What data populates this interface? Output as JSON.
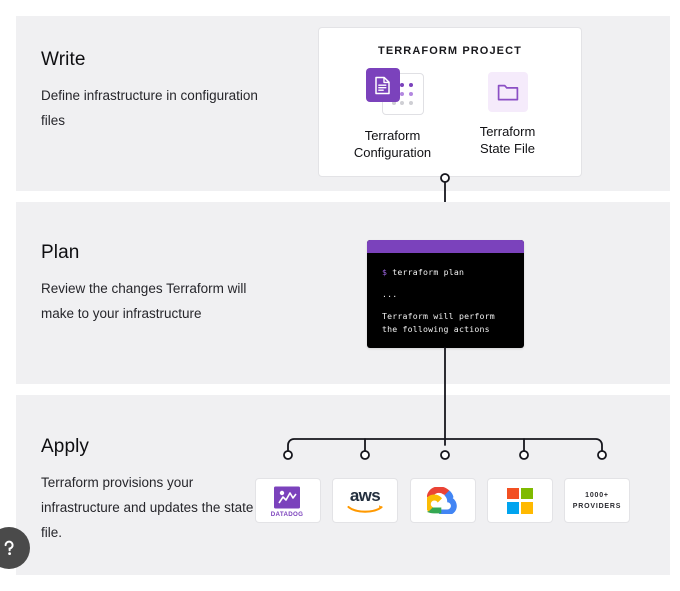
{
  "theme": {
    "panel_bg": "#f0f0f2",
    "page_bg": "#ffffff",
    "accent_purple": "#7b42bc",
    "accent_purple_light": "#f5ebfb",
    "terminal_bg": "#000000",
    "connector_color": "#16161d"
  },
  "steps": [
    {
      "id": "write",
      "title": "Write",
      "description": "Define infrastructure in configuration files"
    },
    {
      "id": "plan",
      "title": "Plan",
      "description": "Review the changes Terraform will make to your infrastructure"
    },
    {
      "id": "apply",
      "title": "Apply",
      "description": "Terraform provisions your infrastructure and updates the state file."
    }
  ],
  "project_card": {
    "title": "TERRAFORM PROJECT",
    "tiles": [
      {
        "id": "terraform-configuration",
        "label_line1": "Terraform",
        "label_line2": "Configuration",
        "icon": "document-icon"
      },
      {
        "id": "terraform-state-file",
        "label_line1": "Terraform",
        "label_line2": "State File",
        "icon": "folder-icon"
      }
    ]
  },
  "terminal": {
    "prompt_sign": "$",
    "command": "terraform plan",
    "ellipsis": "...",
    "output_line1": "Terraform will perform",
    "output_line2": "the following actions"
  },
  "providers": [
    {
      "id": "datadog",
      "name": "Datadog",
      "wordmark": "DATADOG",
      "type": "logo"
    },
    {
      "id": "aws",
      "name": "aws",
      "wordmark": "aws",
      "type": "logo"
    },
    {
      "id": "google-cloud",
      "name": "Google Cloud",
      "wordmark": "",
      "type": "logo"
    },
    {
      "id": "microsoft",
      "name": "Microsoft",
      "wordmark": "",
      "type": "logo"
    },
    {
      "id": "more-providers",
      "name": "1000+ Providers",
      "line1": "1000+",
      "line2": "PROVIDERS",
      "type": "text"
    }
  ],
  "help_widget": {
    "name": "help-chat-button",
    "glyph": "?"
  }
}
